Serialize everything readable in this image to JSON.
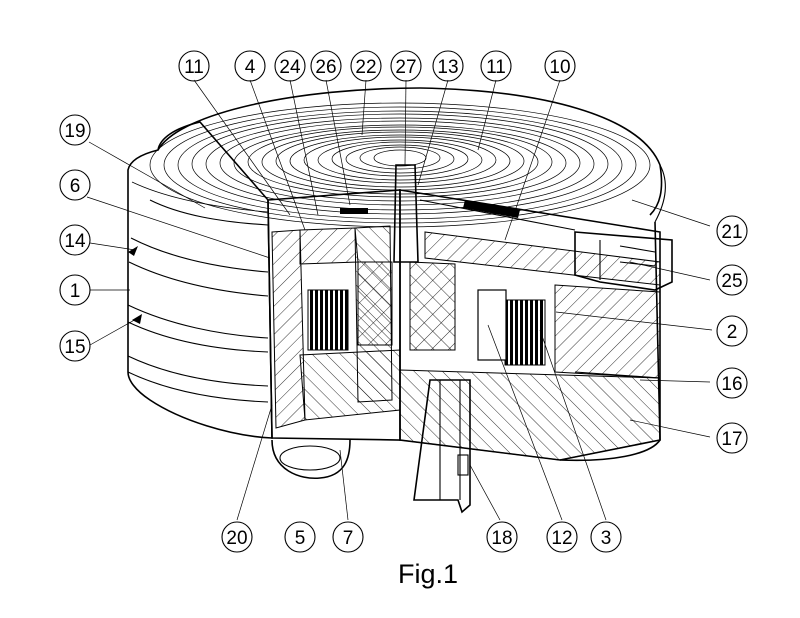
{
  "figure": {
    "caption": "Fig.1",
    "callouts": {
      "c11a": "11",
      "c4": "4",
      "c24": "24",
      "c26": "26",
      "c22": "22",
      "c27": "27",
      "c13": "13",
      "c11b": "11",
      "c10": "10",
      "c19": "19",
      "c6": "6",
      "c14": "14",
      "c1": "1",
      "c15": "15",
      "c21": "21",
      "c25": "25",
      "c2": "2",
      "c16": "16",
      "c17": "17",
      "c20": "20",
      "c5": "5",
      "c7": "7",
      "c18": "18",
      "c12": "12",
      "c3": "3"
    }
  }
}
